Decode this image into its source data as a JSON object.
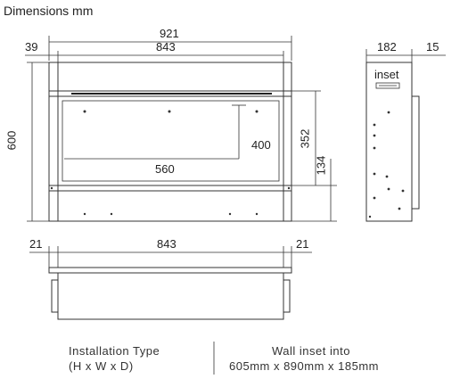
{
  "heading": "Dimensions mm",
  "front_view": {
    "width_overall": "921",
    "width_inner": "843",
    "frame_offset": "39",
    "height_overall": "600",
    "glass_height": "352",
    "firebox_height": "400",
    "firebox_width": "560",
    "base_height": "134"
  },
  "side_view": {
    "depth": "182",
    "rear_offset": "15",
    "inset_label": "inset"
  },
  "top_view": {
    "width": "843",
    "left_offset": "21",
    "right_offset": "21"
  },
  "installation": {
    "type_label_line1": "Installation Type",
    "type_label_line2": "(H x W x D)",
    "value_line1": "Wall inset into",
    "value_line2": "605mm x 890mm x 185mm"
  }
}
